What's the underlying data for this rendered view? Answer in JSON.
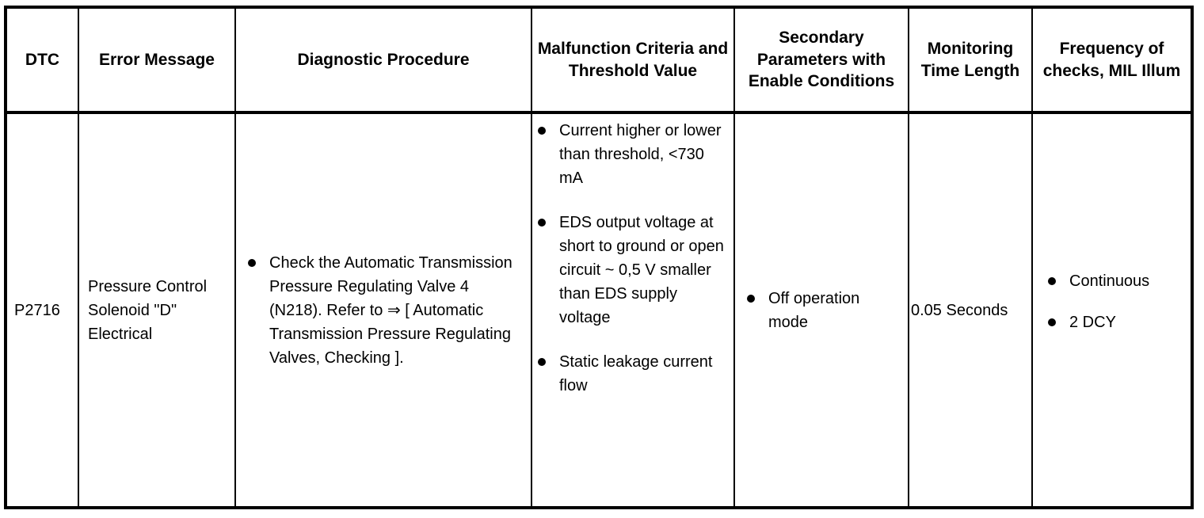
{
  "table": {
    "headers": [
      {
        "key": "dtc",
        "label": "DTC"
      },
      {
        "key": "err",
        "label": "Error Message"
      },
      {
        "key": "diag",
        "label": "Diagnostic Procedure"
      },
      {
        "key": "malf",
        "label": "Malfunction Criteria and Threshold Value"
      },
      {
        "key": "sec",
        "label": "Secondary Parameters with Enable Conditions"
      },
      {
        "key": "mon",
        "label": "Monitoring Time Length"
      },
      {
        "key": "freq",
        "label": "Frequency of checks, MIL Illum"
      }
    ],
    "rows": [
      {
        "dtc": "P2716",
        "error_message": "Pressure Control Solenoid \"D\" Electrical",
        "diagnostic_procedure": [
          "Check the Automatic Transmission Pressure Regulating Valve 4 (N218). Refer to ⇒ [ Automatic Transmission Pressure Regulating Valves, Checking ]."
        ],
        "malfunction_criteria": [
          "Current higher or lower than threshold, <730 mA",
          "EDS output voltage at short to ground or open circuit ~ 0,5 V smaller than EDS supply voltage",
          "Static leakage current flow"
        ],
        "secondary_parameters": [
          "Off operation mode"
        ],
        "monitoring_time_length": "0.05 Seconds",
        "frequency_of_checks": [
          "Continuous",
          "2 DCY"
        ]
      }
    ]
  },
  "style": {
    "ink_color": "#000000",
    "paper_color": "#ffffff"
  }
}
